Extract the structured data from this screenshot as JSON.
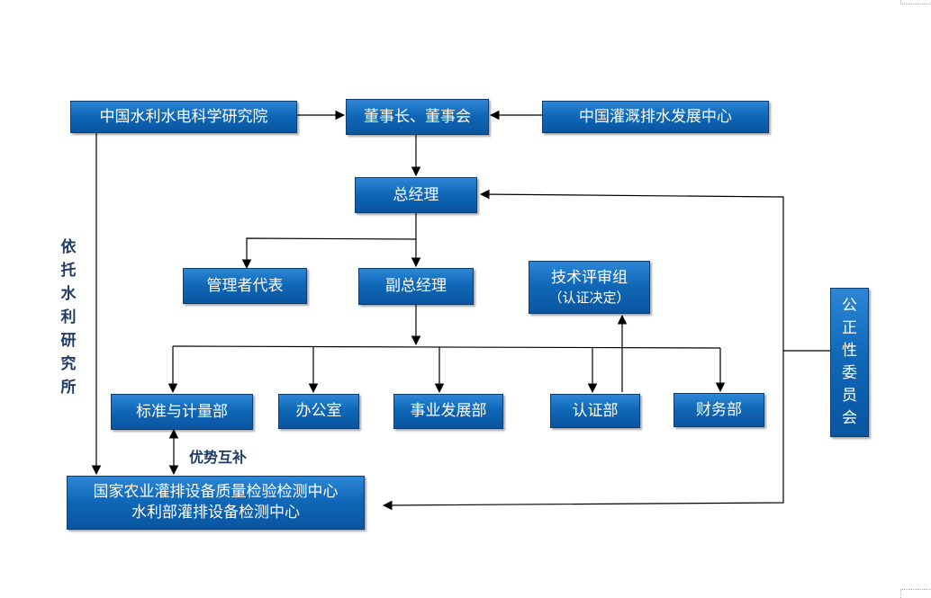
{
  "nodes": {
    "institute": "中国水利水电科学研究院",
    "board": "董事长、董事会",
    "irrigation_center": "中国灌溉排水发展中心",
    "gm": "总经理",
    "mgmt_rep": "管理者代表",
    "deputy_gm": "副总经理",
    "tech_review": "技术评审组",
    "tech_review_sub": "（认证决定）",
    "std_dept": "标准与计量部",
    "office": "办公室",
    "business_dept": "事业发展部",
    "cert_dept": "认证部",
    "finance_dept": "财务部",
    "impartiality": "公正性委员会",
    "test_center_line1": "国家农业灌排设备质量检验检测中心",
    "test_center_line2": "水利部灌排设备检测中心"
  },
  "labels": {
    "rely_on": "依托水利研究所",
    "complement": "优势互补"
  },
  "colors": {
    "box_fill": "#1068b8",
    "line": "#000000",
    "label_text": "#1f3b63"
  }
}
